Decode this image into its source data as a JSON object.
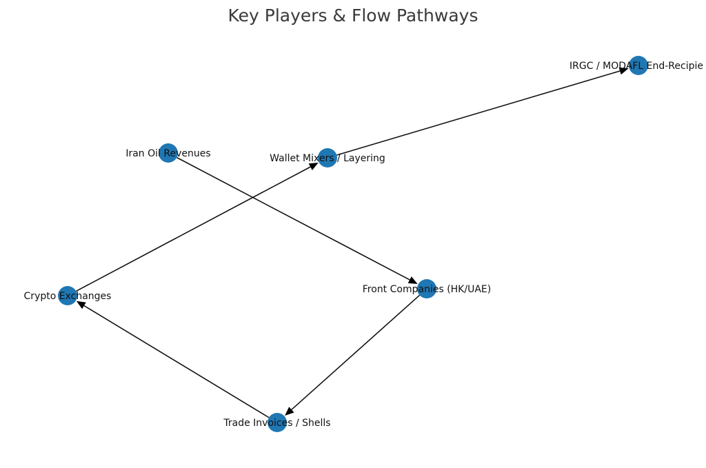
{
  "title": "Key Players & Flow Pathways",
  "colors": {
    "node": "#1f77b4",
    "edge": "#111111"
  },
  "nodes": [
    {
      "id": "iran",
      "label": "Iran Oil Revenues"
    },
    {
      "id": "front",
      "label": "Front Companies (HK/UAE)"
    },
    {
      "id": "trade",
      "label": "Trade Invoices / Shells"
    },
    {
      "id": "crypto",
      "label": "Crypto Exchanges"
    },
    {
      "id": "wallet",
      "label": "Wallet Mixers / Layering"
    },
    {
      "id": "irgc",
      "label": "IRGC / MODAFL End-Recipie"
    }
  ],
  "edges": [
    {
      "from": "iran",
      "to": "front"
    },
    {
      "from": "front",
      "to": "trade"
    },
    {
      "from": "trade",
      "to": "crypto"
    },
    {
      "from": "crypto",
      "to": "wallet"
    },
    {
      "from": "wallet",
      "to": "irgc"
    }
  ]
}
